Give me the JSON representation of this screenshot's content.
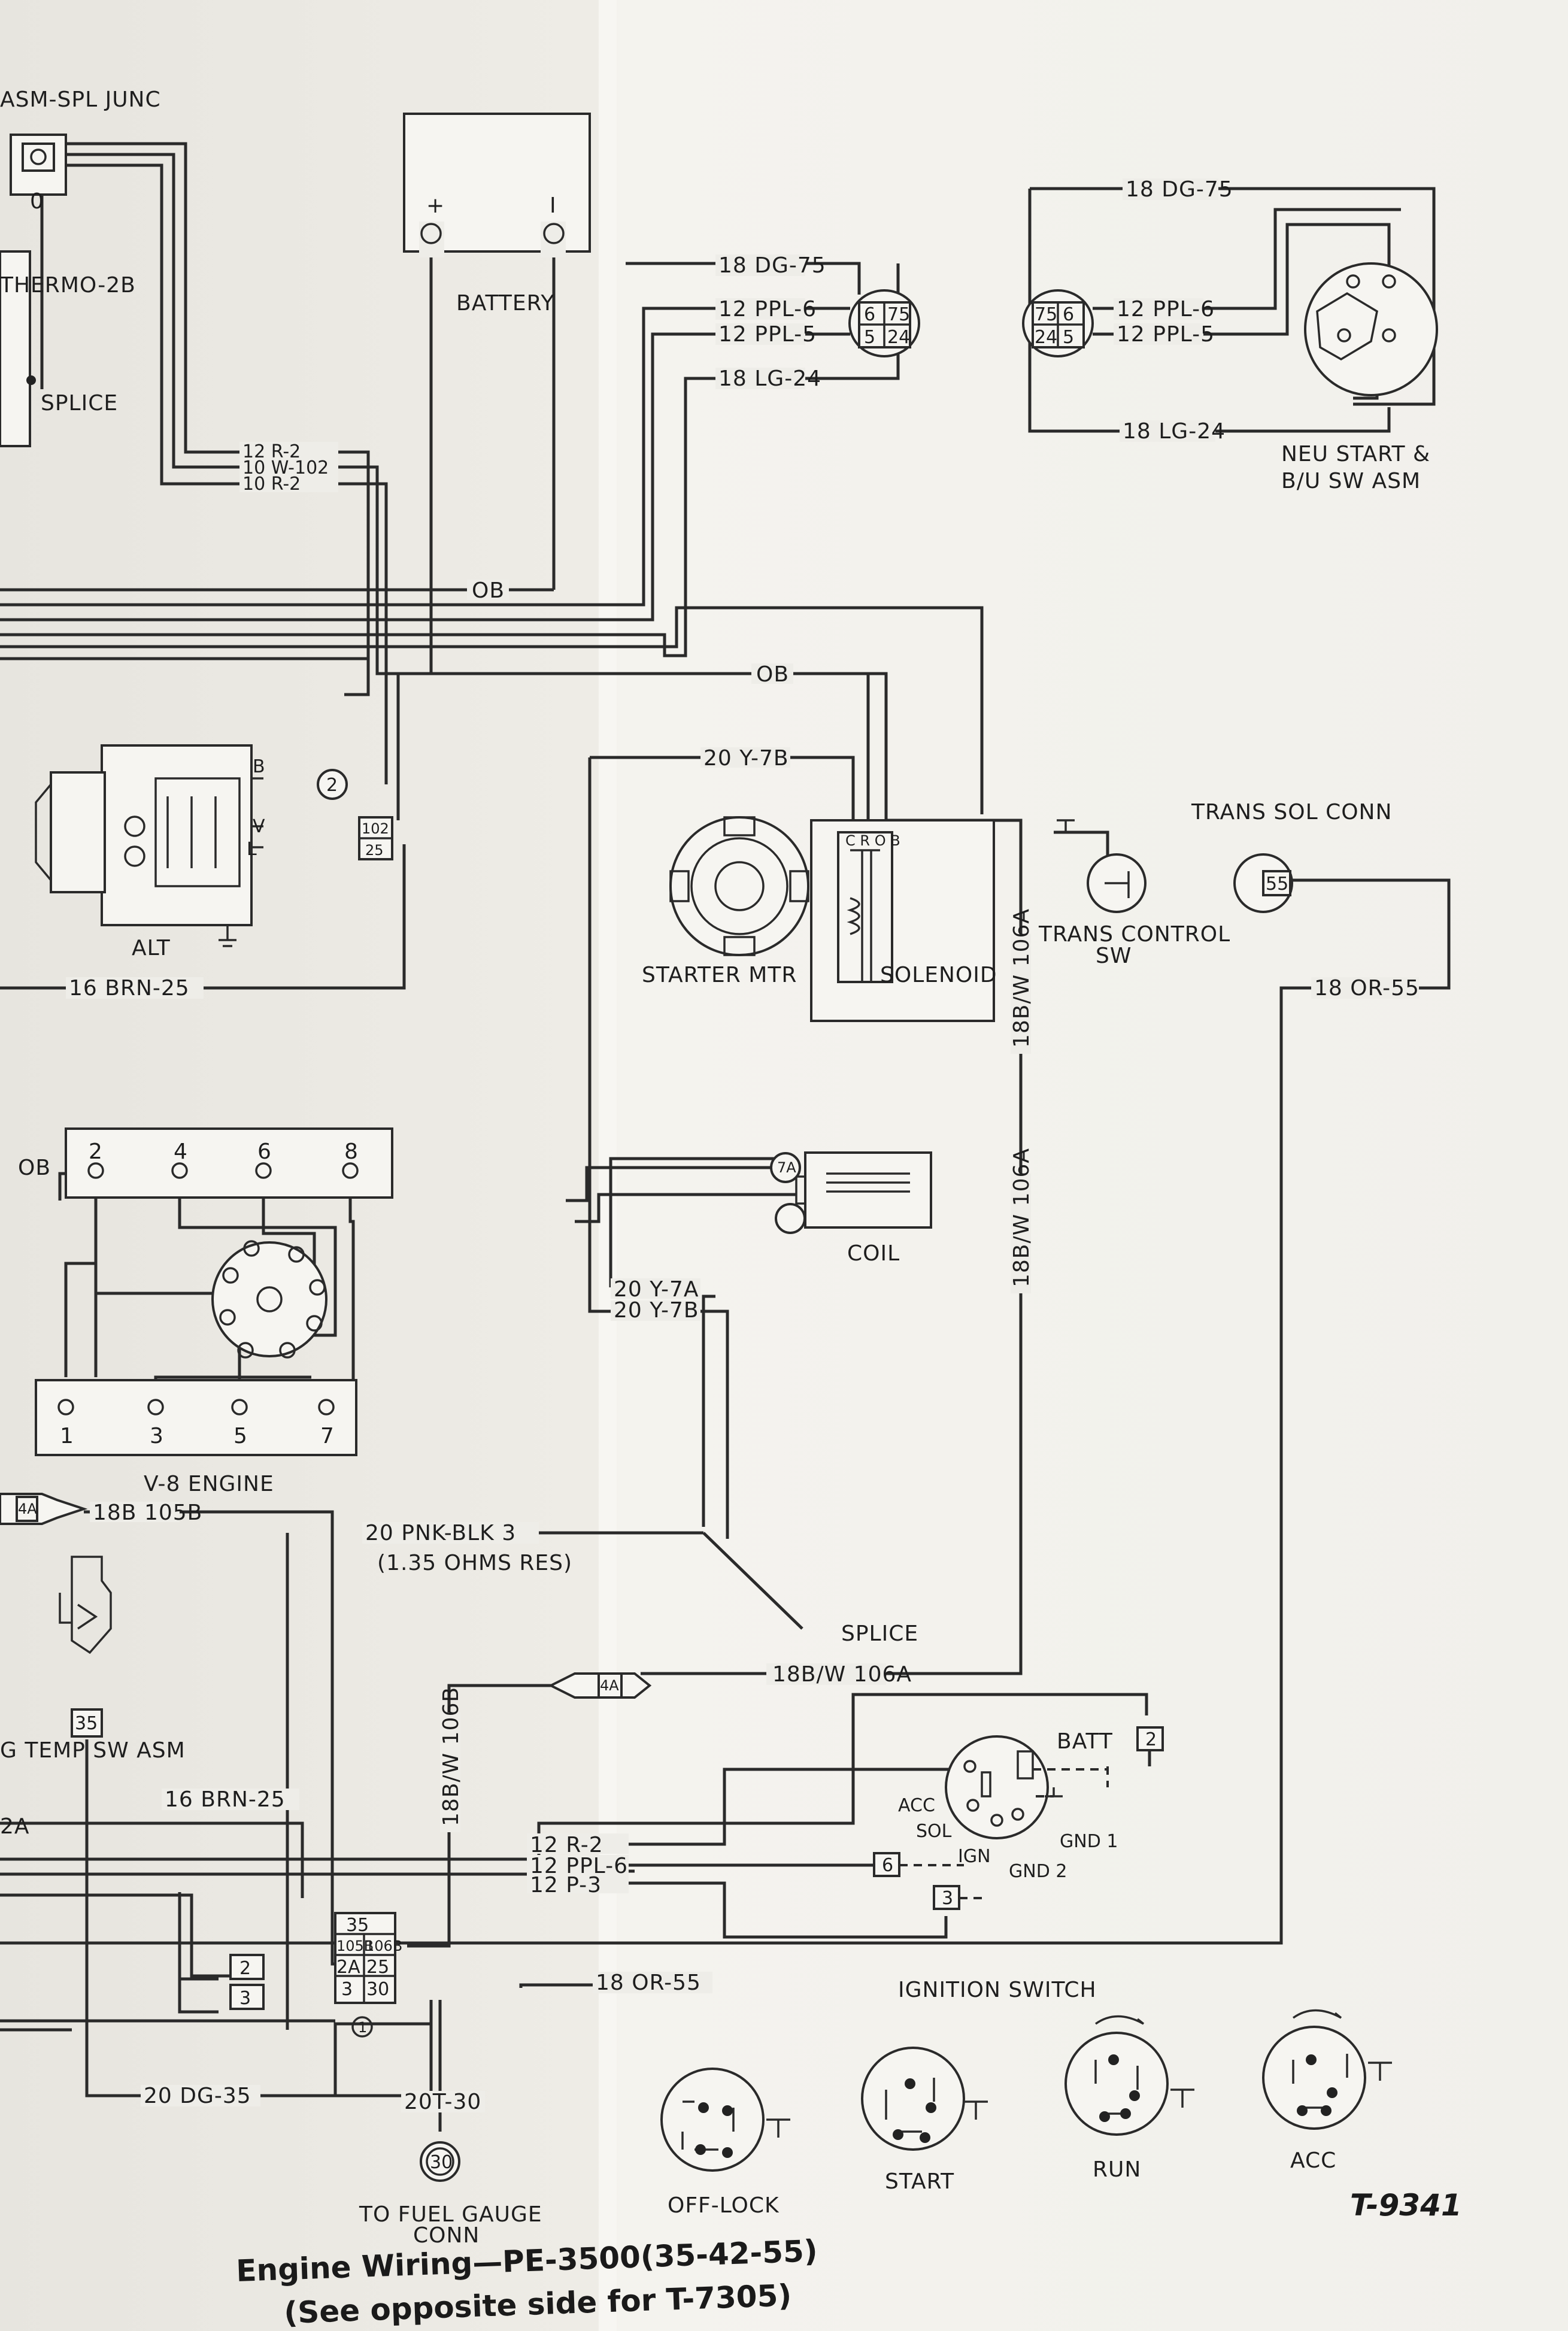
{
  "components": {
    "asm_spl_junc": "ASM-SPL JUNC",
    "junc_num": "0",
    "thermo": "THERMO-2B",
    "splice1": "SPLICE",
    "battery": "BATTERY",
    "bat_plus": "+",
    "bat_minus": "I",
    "alt": "ALT",
    "alt_b": "B",
    "alt_v": "V",
    "alt_l": "L",
    "starter_mtr": "STARTER MTR",
    "solenoid": "SOLENOID",
    "sol_term": "C R O B",
    "neu_start_1": "NEU START &",
    "neu_start_2": "B/U SW ASM",
    "trans_sol_conn": "TRANS SOL CONN",
    "trans_control_1": "TRANS CONTROL",
    "trans_control_2": "SW",
    "coil": "COIL",
    "v8_engine": "V-8 ENGINE",
    "splice2": "SPLICE",
    "temp_sw": "G TEMP   SW ASM",
    "ignition_switch": "IGNITION  SWITCH",
    "batt": "BATT",
    "acc": "ACC",
    "sol": "SOL",
    "ign": "IGN",
    "gnd1": "GND 1",
    "gnd2": "GND 2",
    "fuel_gauge_1": "TO FUEL GAUGE",
    "fuel_gauge_2": "CONN",
    "pos_off_lock": "OFF-LOCK",
    "pos_start": "START",
    "pos_run": "RUN",
    "pos_acc": "ACC",
    "res_note": "(1.35 OHMS RES)"
  },
  "wires": {
    "dg75_a": "18 DG-75",
    "ppl6_a": "12 PPL-6",
    "ppl5_a": "12 PPL-5",
    "lg24_a": "18 LG-24",
    "dg75_b": "18 DG-75",
    "ppl6_b": "12 PPL-6",
    "ppl5_b": "12 PPL-5",
    "lg24_b": "18 LG-24",
    "r2_a": "12 R-2",
    "w102": "10 W-102",
    "r2_10": "10 R-2",
    "ob_1": "OB",
    "ob_2": "OB",
    "ob_3": "OB",
    "y7b_a": "20 Y-7B",
    "brn25_a": "16 BRN-25",
    "or55_a": "18 OR-55",
    "bw106a_v1": "18B/W 106A",
    "bw106a_v2": "18B/W 106A",
    "y7a": "20 Y-7A",
    "y7b_b": "20 Y-7B",
    "b105b": "18B 105B",
    "pnk_blk": "20 PNK-BLK  3",
    "bw106a_h": "18B/W 106A",
    "bw106b": "18B/W 106B",
    "brn25_b": "16 BRN-25",
    "r2_b": "12 R-2",
    "ppl6_c": "12 PPL-6",
    "p3": "12 P-3",
    "or55_b": "18  OR-55",
    "dg35": "20 DG-35",
    "t30": "20T-30",
    "a2": "2A"
  },
  "pins": {
    "p6": "6",
    "p7": "7",
    "p5": "5",
    "p75": "75",
    "p24": "24",
    "c2": "2",
    "c102": "102",
    "c25": "25",
    "c55": "55",
    "c7a": "7A",
    "c35a": "35",
    "c4a": "4A",
    "c4a2": "4A",
    "c2b": "2",
    "c3b": "3",
    "c6": "6",
    "c3c": "3",
    "c2c": "2",
    "c35b": "35",
    "c105b": "105B",
    "c106b": "106B",
    "c2a": "2A",
    "c25b": "25",
    "c3d": "3",
    "c30": "30",
    "c30b": "30",
    "c1": "1",
    "d2": "2",
    "d4": "4",
    "d6": "6",
    "d8": "8",
    "d1": "1",
    "d3": "3",
    "d5": "5",
    "d7": "7"
  },
  "caption": {
    "ref": "T-9341",
    "line1": "Engine Wiring—PE-3500(35-42-55)",
    "line2": "(See opposite side for T-7305)"
  }
}
